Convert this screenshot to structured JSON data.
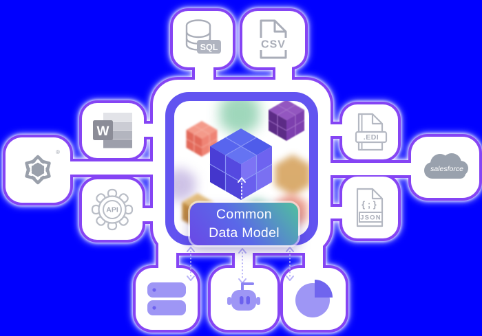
{
  "background": "#0000ff",
  "palette": {
    "edge_purple": "#8544f4",
    "plate_white": "#ffffff",
    "center_ring_purple": "#6254f0",
    "icon_gray": "#a9adb8",
    "bottom_icon_purple": "#9e96f5",
    "bottom_icon_purple_dark": "#6c61ee",
    "dashed_arrow_purple": "#b7b2f8",
    "label_gradient_start": "#6a48e6",
    "label_gradient_end": "#50c09e"
  },
  "center": {
    "label_line1": "Common",
    "label_line2": "Data Model"
  },
  "nodes": {
    "sql": {
      "name": "SQL database",
      "badge": "SQL"
    },
    "csv": {
      "name": "CSV file",
      "label": "CSV"
    },
    "word": {
      "name": "Microsoft Word document",
      "letter": "W"
    },
    "api": {
      "name": "API gear",
      "label": "API"
    },
    "snowflake": {
      "name": "Snowflake",
      "trademark": "®"
    },
    "edi": {
      "name": "EDI file",
      "label": ".EDI"
    },
    "json": {
      "name": "JSON file",
      "symbol": "{ ; }",
      "label": "JSON"
    },
    "salesforce": {
      "name": "Salesforce cloud",
      "label": "salesforce"
    },
    "server": {
      "name": "data storage"
    },
    "robot": {
      "name": "automation bot"
    },
    "pie": {
      "name": "analytics pie chart"
    }
  }
}
